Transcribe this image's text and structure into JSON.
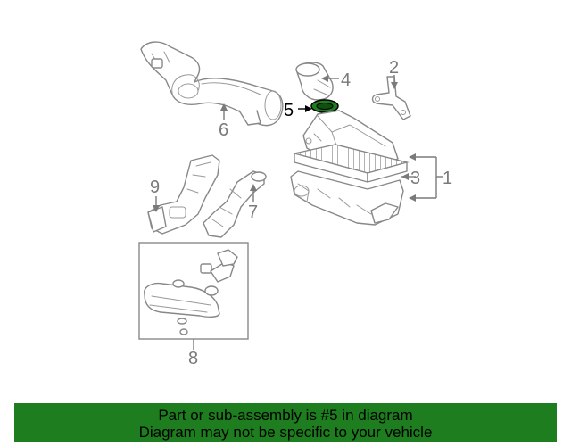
{
  "callouts": {
    "c1": "1",
    "c2": "2",
    "c3": "3",
    "c4": "4",
    "c5": "5",
    "c6": "6",
    "c7": "7",
    "c8": "8",
    "c9": "9"
  },
  "highlight": {
    "part": "5",
    "color": "#1e7d1e"
  },
  "banner": {
    "line1": "Part or sub-assembly is #5 in diagram",
    "line2": "Diagram may not be specific to your vehicle",
    "background": "#1e7d1e"
  }
}
